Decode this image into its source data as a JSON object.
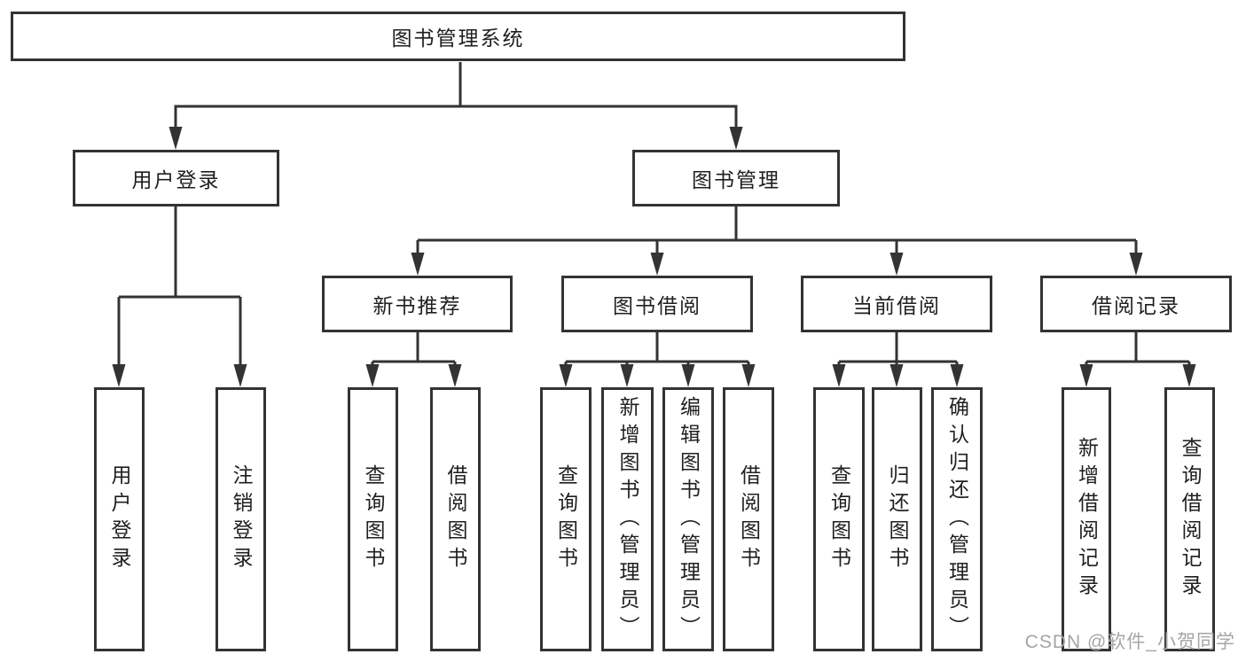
{
  "colors": {
    "line": "#333333",
    "box_border": "#333333",
    "text": "#1f1f1f",
    "watermark": "#a5a5a5",
    "background": "#ffffff"
  },
  "watermark": "CSDN @软件_小贺同学",
  "tree": {
    "label": "图书管理系统",
    "children": [
      {
        "label": "用户登录",
        "children": [
          {
            "label": "用户登录"
          },
          {
            "label": "注销登录"
          }
        ]
      },
      {
        "label": "图书管理",
        "children": [
          {
            "label": "新书推荐",
            "children": [
              {
                "label": "查询图书"
              },
              {
                "label": "借阅图书"
              }
            ]
          },
          {
            "label": "图书借阅",
            "children": [
              {
                "label": "查询图书"
              },
              {
                "label": "新增图书（管理员）"
              },
              {
                "label": "编辑图书（管理员）"
              },
              {
                "label": "借阅图书"
              }
            ]
          },
          {
            "label": "当前借阅",
            "children": [
              {
                "label": "查询图书"
              },
              {
                "label": "归还图书"
              },
              {
                "label": "确认归还（管理员）"
              }
            ]
          },
          {
            "label": "借阅记录",
            "children": [
              {
                "label": "新增借阅记录"
              },
              {
                "label": "查询借阅记录"
              }
            ]
          }
        ]
      }
    ]
  }
}
